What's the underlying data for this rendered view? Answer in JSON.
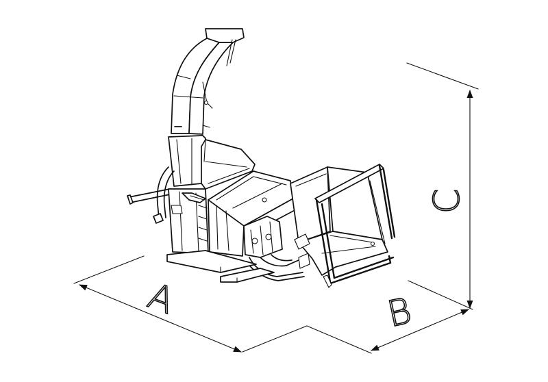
{
  "dimensions": {
    "length_label": "A",
    "width_label": "B",
    "height_label": "C"
  },
  "colors": {
    "ink": "#111111",
    "background": "#ffffff"
  }
}
